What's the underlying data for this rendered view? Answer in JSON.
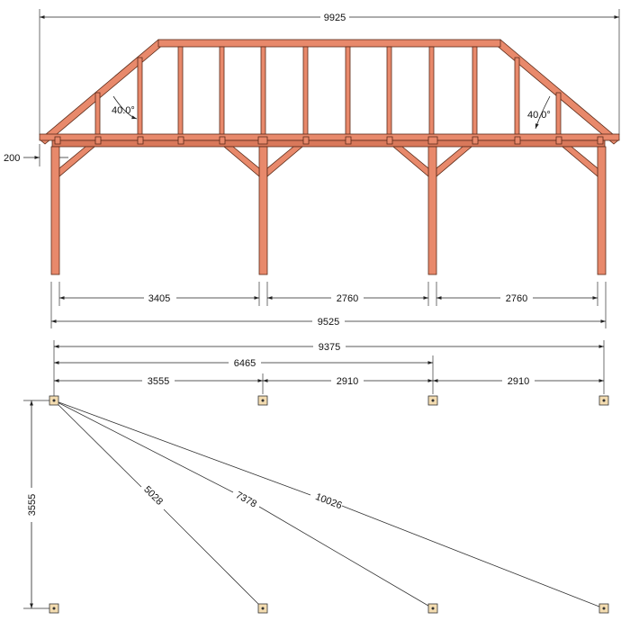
{
  "elevation": {
    "overall_width": "9925",
    "overhang": "200",
    "roof_angle_left": "40.0°",
    "roof_angle_right": "40.0°",
    "post_spacings": [
      "3405",
      "2760",
      "2760"
    ],
    "post_total": "9525"
  },
  "foundation_plan": {
    "overall": "9375",
    "partial": "6465",
    "spacings": [
      "3555",
      "2910",
      "2910"
    ],
    "depth": "3555",
    "diagonals": [
      "5028",
      "7378",
      "10026"
    ]
  },
  "colors": {
    "timber": "#e8896b",
    "timber_outline": "#5a2a18",
    "pad": "#f3dcb0"
  }
}
